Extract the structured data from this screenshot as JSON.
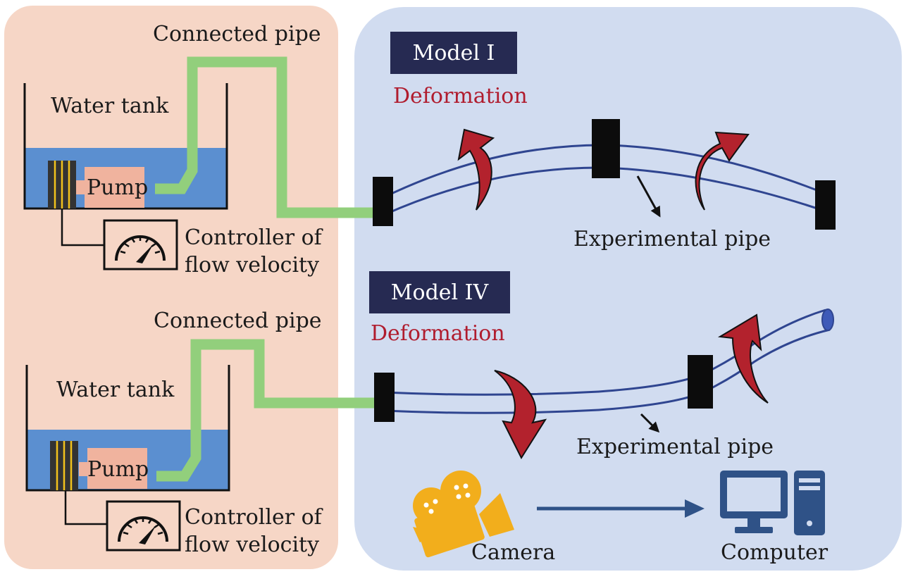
{
  "colors": {
    "left_panel": "#f6d6c6",
    "right_panel": "#d1dcf0",
    "water": "#5b8fd0",
    "pump": "#f0b39e",
    "connected_pipe": "#92cf7c",
    "model_box": "#262a52",
    "deformation": "#b01c2e",
    "exp_pipe": "#2f4590",
    "arrow_red": "#b3222d",
    "camera": "#f2ae1c",
    "computer": "#2f5287"
  },
  "top": {
    "connected_pipe": "Connected pipe",
    "water_tank": "Water tank",
    "pump": "Pump",
    "controller_line1": "Controller of",
    "controller_line2": "flow velocity",
    "model": "Model I",
    "deformation": "Deformation",
    "experimental_pipe": "Experimental pipe"
  },
  "bottom": {
    "connected_pipe": "Connected pipe",
    "water_tank": "Water tank",
    "pump": "Pump",
    "controller_line1": "Controller of",
    "controller_line2": "flow velocity",
    "model": "Model IV",
    "deformation": "Deformation",
    "experimental_pipe": "Experimental pipe"
  },
  "camera_label": "Camera",
  "computer_label": "Computer",
  "icons": [
    "gauge-icon",
    "video-camera-icon",
    "computer-icon",
    "arrow-right-icon"
  ]
}
